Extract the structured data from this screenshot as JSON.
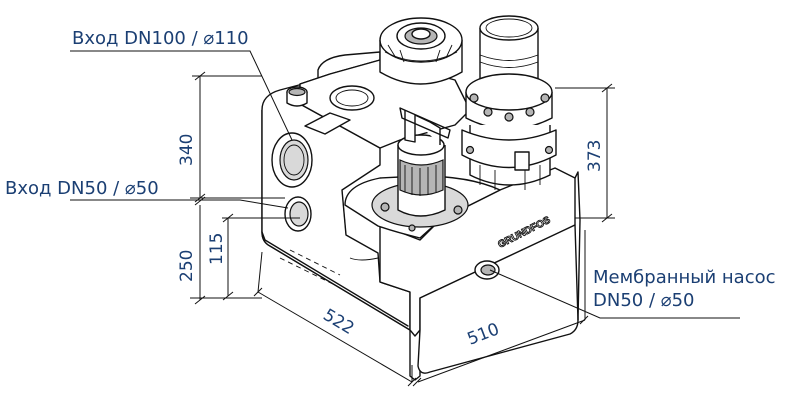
{
  "callouts": {
    "inlet_large": "Вход DN100 / ⌀110",
    "inlet_small": "Вход DN50 / ⌀50",
    "membrane_pump_line1": "Мембранный насос",
    "membrane_pump_line2": "DN50 / ⌀50"
  },
  "dimensions": {
    "height_inlet_large": "340",
    "height_inlet_small": "115",
    "height_left": "250",
    "height_right": "373",
    "width_front_left": "522",
    "width_front_right": "510"
  },
  "brand_mark": "GRUNDFOS",
  "colors": {
    "label_text": "#1b3f73",
    "line": "#111111"
  }
}
